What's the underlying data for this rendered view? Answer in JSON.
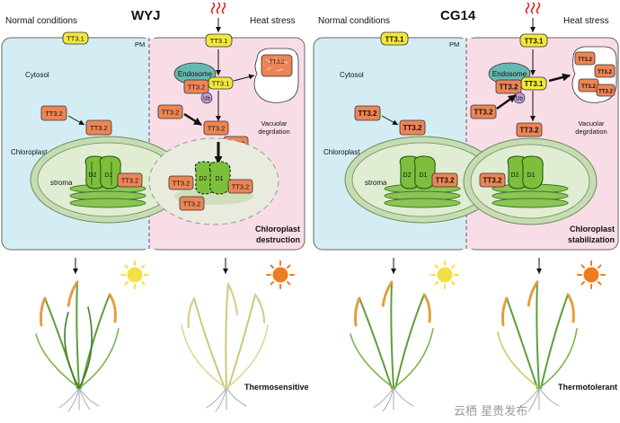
{
  "colors": {
    "normal_bg": "#d4edf4",
    "heat_bg": "#f8dde7",
    "label_orange": "#ec8555",
    "tt31_yellow": "#f3e73a",
    "d1_green": "#7cbf3a",
    "chloroplast_fill": "#e1edd2",
    "heat_arrow": "#e2231a",
    "sun_yellow": "#f3e045",
    "sun_orange": "#ef7d1f",
    "panicle": "#e89a3a",
    "leaf_green": "#5d9e3c",
    "dead_straw": "#cfc77a"
  },
  "icons": [
    "heat-waves-icon",
    "sun-icon",
    "rice-plant-icon",
    "endosome-icon",
    "ubiquitin-icon",
    "d1-d2-complex-icon"
  ],
  "panels": {
    "left": {
      "title": "WYJ",
      "normal_condition": "Normal conditions",
      "heat_stress": "Heat stress",
      "pm": "PM",
      "tt31": "TT3.1",
      "cytosol": "Cytosol",
      "chloroplast": "Chloroplast",
      "stroma": "stroma",
      "endosome": "Endosome",
      "ub": "Ub",
      "vacuolar_1": "Vacuolar",
      "vacuolar_2": "degrdation",
      "d2": "D2",
      "d1": "D1",
      "tt32": "TT3.2",
      "outcome_1": "Chloroplast",
      "outcome_2": "destruction",
      "phenotype": "Thermosensitive"
    },
    "right": {
      "title": "CG14",
      "normal_condition": "Normal conditions",
      "heat_stress": "Heat stress",
      "pm": "PM",
      "tt31": "TT3.1",
      "cytosol": "Cytosol",
      "chloroplast": "Chloroplast",
      "stroma": "stroma",
      "endosome": "Endosome",
      "ub": "Ub",
      "vacuolar_1": "Vacuolar",
      "vacuolar_2": "degrdation",
      "d2": "D2",
      "d1": "D1",
      "tt32": "TT3.2",
      "outcome_1": "Chloroplast",
      "outcome_2": "stabilization",
      "phenotype": "Thermotolerant"
    }
  },
  "watermark": "云栖 星贵发布"
}
